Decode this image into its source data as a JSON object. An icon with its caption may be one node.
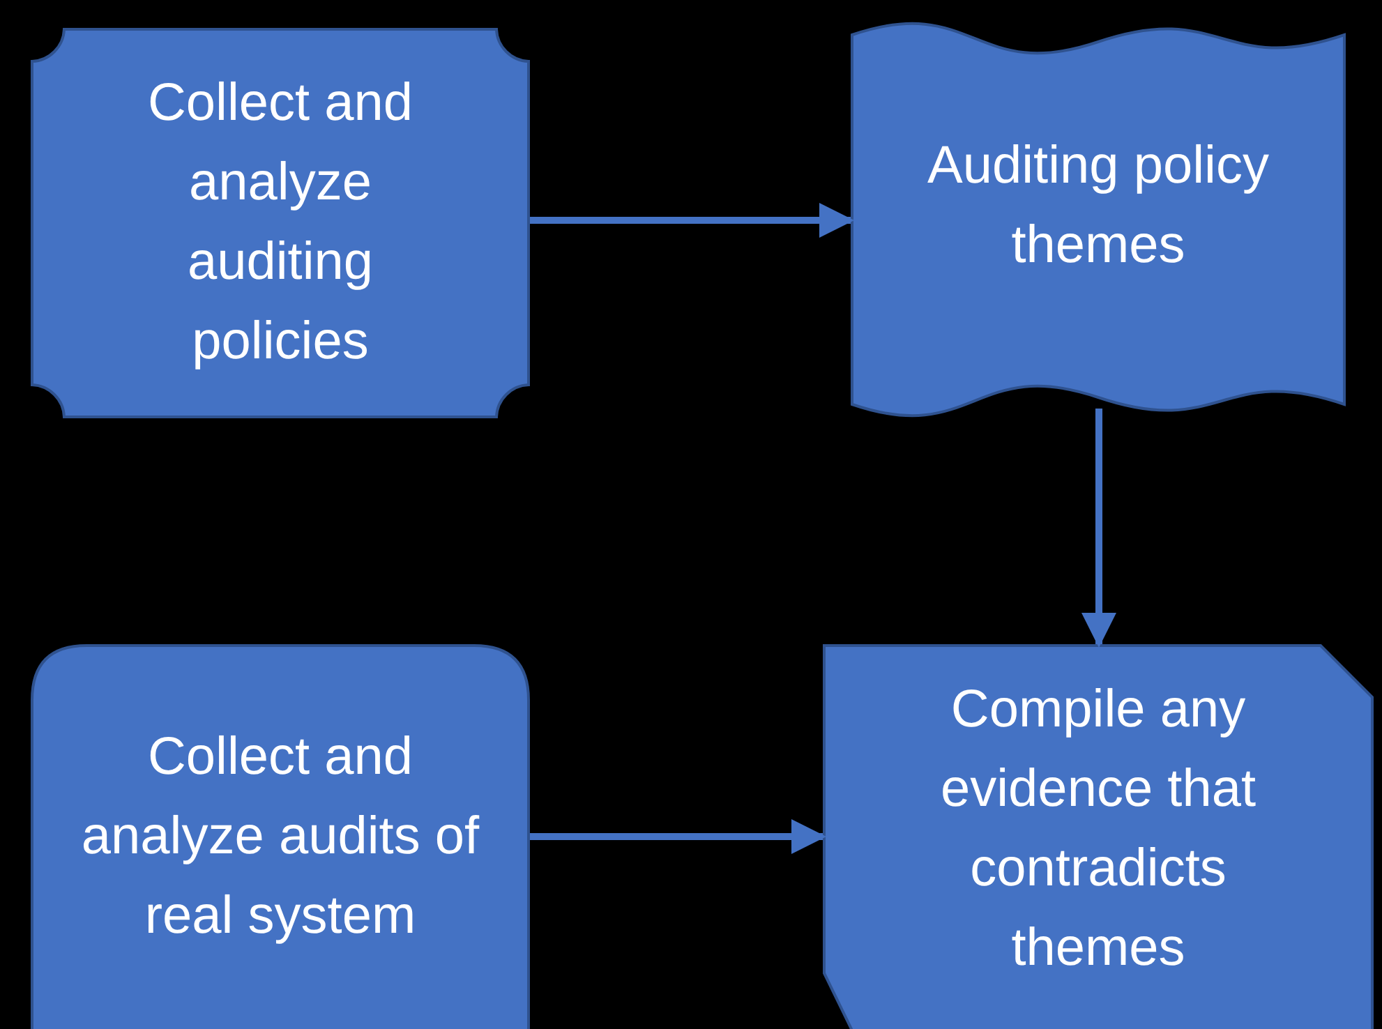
{
  "diagram": {
    "nodes": [
      {
        "text": [
          "Collect and analyze auditing policies"
        ]
      },
      {
        "text": [
          "Auditing policy themes"
        ]
      },
      {
        "text": [
          "Collect and analyze audits of real system"
        ]
      },
      {
        "text": [
          "Compile any evidence that contradicts themes"
        ]
      }
    ],
    "edges": [
      {
        "from": 0,
        "to": 1,
        "arrow": "to"
      },
      {
        "from": 1,
        "to": 3,
        "arrow": "to"
      },
      {
        "from": 2,
        "to": 3,
        "arrow": "to"
      }
    ]
  }
}
